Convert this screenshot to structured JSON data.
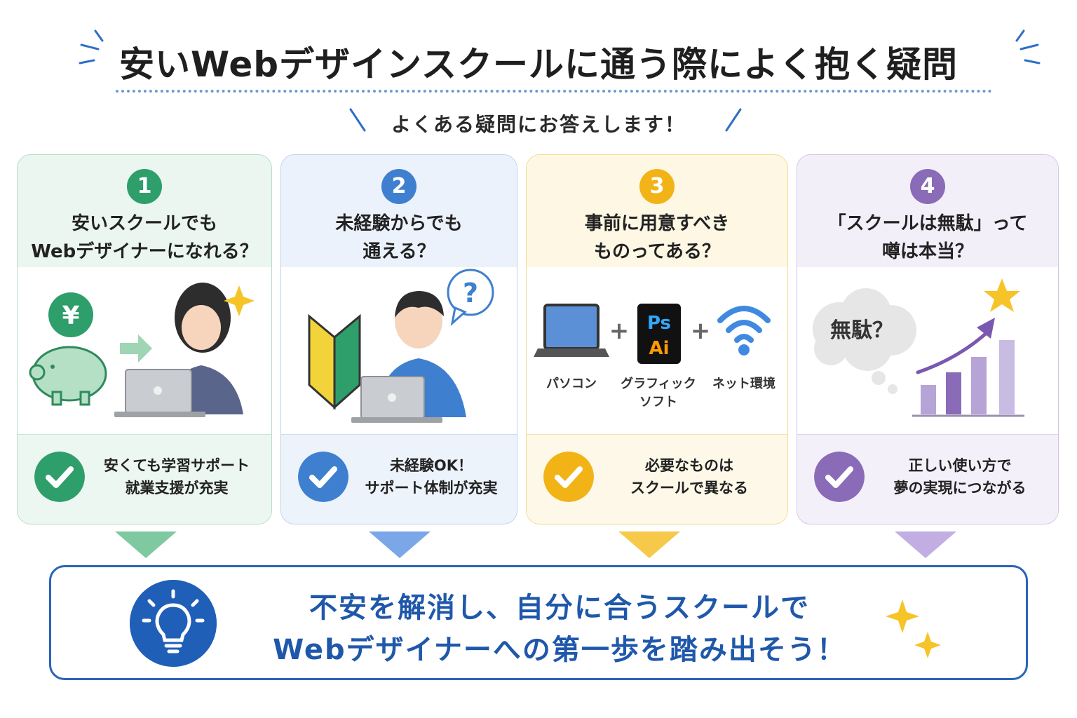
{
  "header": {
    "title": "安いWebデザインスクールに通う際によく抱く疑問",
    "subtitle": "よくある疑問にお答えします！"
  },
  "cards": [
    {
      "number": "1",
      "question": [
        "安いスクールでも",
        "Webデザイナーになれる？"
      ],
      "answer": [
        "安くても学習サポート",
        "就業支援が充実"
      ],
      "accent": "#2e9e6b",
      "illustration_icons": [
        "yen-coin-icon",
        "piggy-bank-icon",
        "arrow-right-icon",
        "woman-with-laptop-icon",
        "sparkle-icon"
      ]
    },
    {
      "number": "2",
      "question": [
        "未経験からでも",
        "通える？"
      ],
      "answer": [
        "未経験OK！",
        "サポート体制が充実"
      ],
      "accent": "#3f7fcf",
      "illustration_icons": [
        "beginner-mark-icon",
        "man-with-laptop-icon",
        "question-bubble-icon"
      ]
    },
    {
      "number": "3",
      "question": [
        "事前に用意すべき",
        "ものってある？"
      ],
      "answer": [
        "必要なものは",
        "スクールで異なる"
      ],
      "accent": "#f2b316",
      "illustration_icons": [
        "laptop-icon",
        "photoshop-illustrator-icon",
        "wifi-icon"
      ],
      "items": {
        "pc": "パソコン",
        "software_1": "グラフィック",
        "software_2": "ソフト",
        "network": "ネット環境",
        "ps": "Ps",
        "ai": "Ai",
        "plus": "+"
      }
    },
    {
      "number": "4",
      "question": [
        "「スクールは無駄」って",
        "噂は本当？"
      ],
      "answer": [
        "正しい使い方で",
        "夢の実現につながる"
      ],
      "accent": "#8a6bb8",
      "illustration_icons": [
        "thought-cloud-icon",
        "growth-bar-chart-icon",
        "star-icon"
      ],
      "cloud_text": "無駄？"
    }
  ],
  "conclusion": {
    "line1": "不安を解消し、自分に合うスクールで",
    "line2": "Webデザイナーへの第一歩を踏み出そう！",
    "icon": "lightbulb-icon"
  },
  "colors": {
    "green": "#2e9e6b",
    "blue": "#3f7fcf",
    "yellow": "#f2b316",
    "purple": "#8a6bb8",
    "navy": "#1f58aa"
  }
}
